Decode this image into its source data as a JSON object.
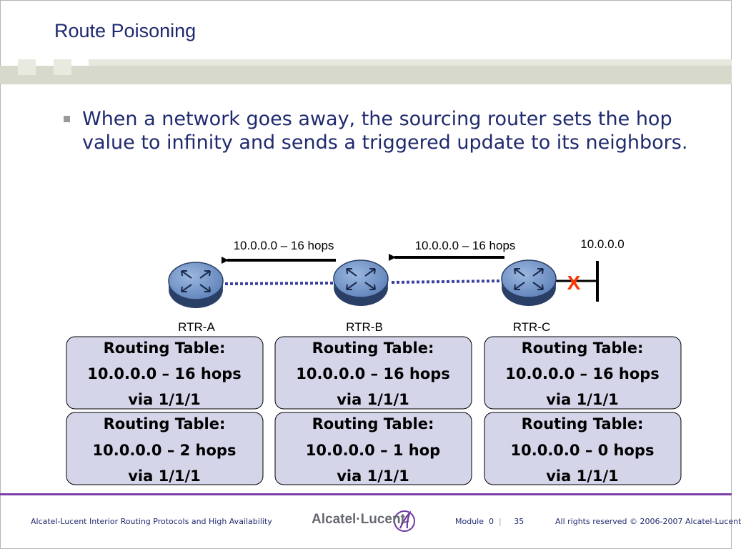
{
  "slide": {
    "title": "Route Poisoning",
    "bullet": "When a network goes away, the sourcing router sets the hop value to infinity and sends a triggered update to its neighbors."
  },
  "diagram": {
    "network": "10.0.0.0",
    "failure_mark": "X",
    "updates": [
      {
        "label": "10.0.0.0 – 16 hops"
      },
      {
        "label": "10.0.0.0 – 16 hops"
      }
    ],
    "routers": [
      {
        "name": "RTR-A",
        "table_upper": {
          "title": "Routing Table:",
          "route": "10.0.0.0 – 16 hops",
          "via": "via 1/1/1"
        },
        "table_lower": {
          "title": "Routing Table:",
          "route": "10.0.0.0 – 2 hops",
          "via": "via 1/1/1"
        }
      },
      {
        "name": "RTR-B",
        "table_upper": {
          "title": "Routing Table:",
          "route": "10.0.0.0 – 16 hops",
          "via": "via 1/1/1"
        },
        "table_lower": {
          "title": "Routing Table:",
          "route": "10.0.0.0 – 1 hop",
          "via": "via 1/1/1"
        }
      },
      {
        "name": "RTR-C",
        "table_upper": {
          "title": "Routing Table:",
          "route": "10.0.0.0 – 16 hops",
          "via": "via 1/1/1"
        },
        "table_lower": {
          "title": "Routing Table:",
          "route": "10.0.0.0 – 0 hops",
          "via": "via 1/1/1"
        }
      }
    ],
    "colors": {
      "router_fill": "#6f93c8",
      "table_fill": "#d5d5ea",
      "link": "#3a3fa0",
      "failure": "#ff3300"
    }
  },
  "footer": {
    "course": "Alcatel-Lucent Interior Routing Protocols and High Availability",
    "brand": "Alcatel·Lucent",
    "module_label": "Module",
    "module_number": "0",
    "page": "35",
    "copyright": "All rights reserved © 2006-2007 Alcatel-Lucent"
  }
}
